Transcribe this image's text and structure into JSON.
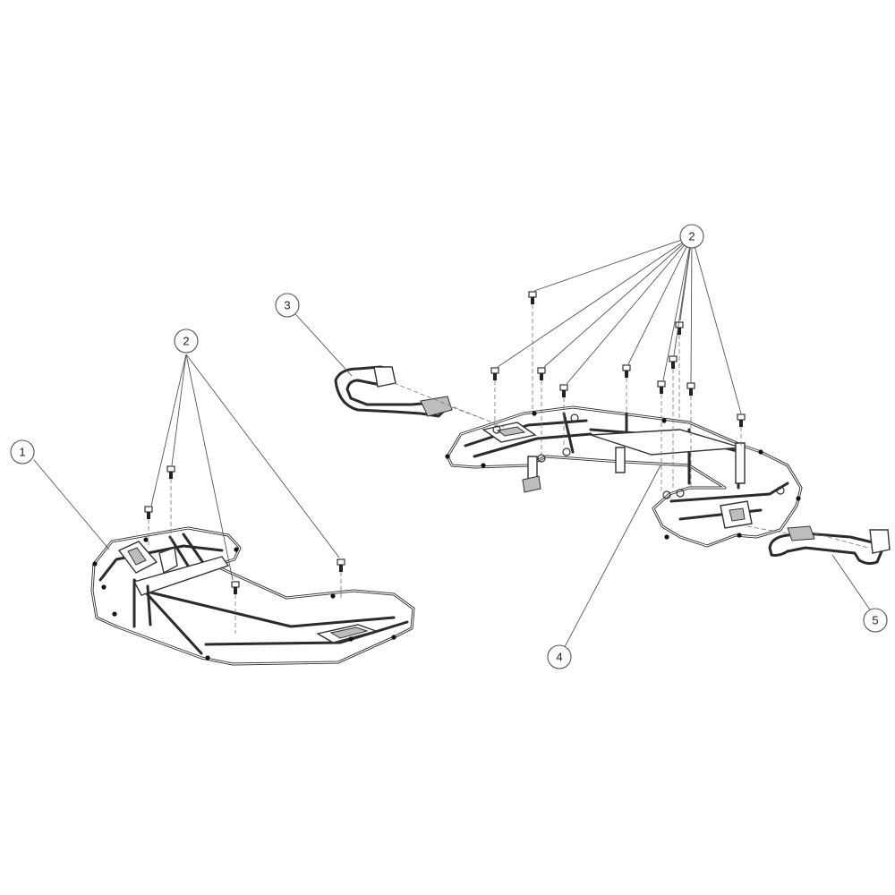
{
  "callouts": [
    {
      "id": "c1",
      "label": "1"
    },
    {
      "id": "c2a",
      "label": "2"
    },
    {
      "id": "c2b",
      "label": "2"
    },
    {
      "id": "c3",
      "label": "3"
    },
    {
      "id": "c4",
      "label": "4"
    },
    {
      "id": "c5",
      "label": "5"
    }
  ],
  "colors": {
    "line": "#2b2b2b",
    "leader": "#555555",
    "background": "#ffffff"
  }
}
